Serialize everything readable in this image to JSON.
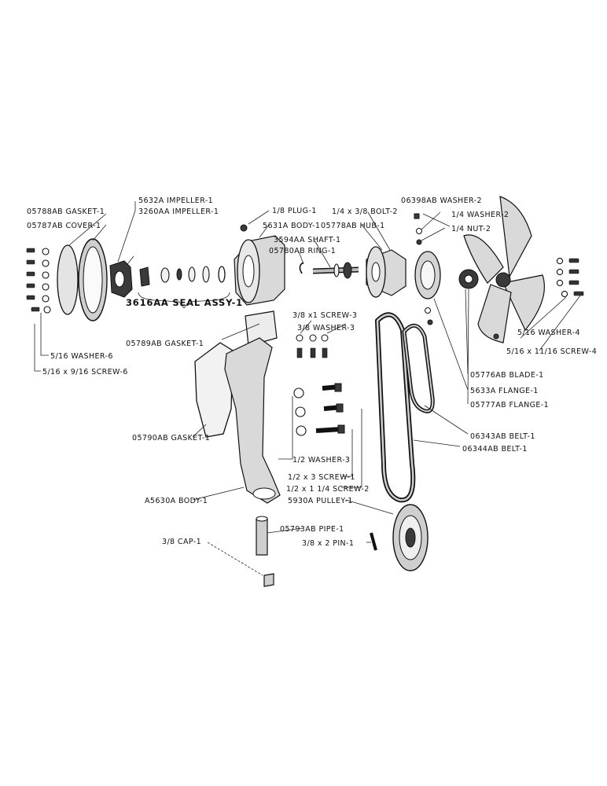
{
  "labels": {
    "gasket_1_top": "05788AB GASKET-1",
    "cover_1": "05787AB COVER-1",
    "impeller_5632a": "5632A IMPELLER-1",
    "impeller_3260aa": "3260AA IMPELLER-1",
    "plug": "1/8 PLUG-1",
    "body_5631a": "5631A BODY-1",
    "shaft": "3594AA SHAFT-1",
    "ring": "05780AB RING-1",
    "bolt_2": "1/4 x 3/8 BOLT-2",
    "hub": "05778AB HUB-1",
    "washer_06398": "06398AB WASHER-2",
    "washer_quarter": "1/4 WASHER-2",
    "nut_2": "1/4 NUT-2",
    "seal_assy": "3616AA SEAL ASSY-1",
    "screw_3": "3/8 x1 SCREW-3",
    "washer_3_top": "3/8 WASHER-3",
    "gasket_05789": "05789AB GASKET-1",
    "washer_6": "5/16 WASHER-6",
    "screw_6": "5/16 x 9/16 SCREW-6",
    "washer_4": "5/16 WASHER-4",
    "screw_4": "5/16 x 11/16 SCREW-4",
    "blade": "05776AB BLADE-1",
    "flange_5633": "5633A FLANGE-1",
    "flange_05777": "05777AB FLANGE-1",
    "belt_06343": "06343AB BELT-1",
    "belt_06344": "06344AB BELT-1",
    "gasket_05790": "05790AB GASKET-1",
    "washer_half": "1/2 WASHER-3",
    "screw_half_3": "1/2 x 3 SCREW-1",
    "screw_half_114": "1/2 x 1 1/4 SCREW-2",
    "pulley": "5930A PULLEY-1",
    "body_a5630": "A5630A BODY-1",
    "pipe": "05793AB PIPE-1",
    "pin": "3/8 x 2 PIN-1",
    "cap": "3/8 CAP-1"
  }
}
